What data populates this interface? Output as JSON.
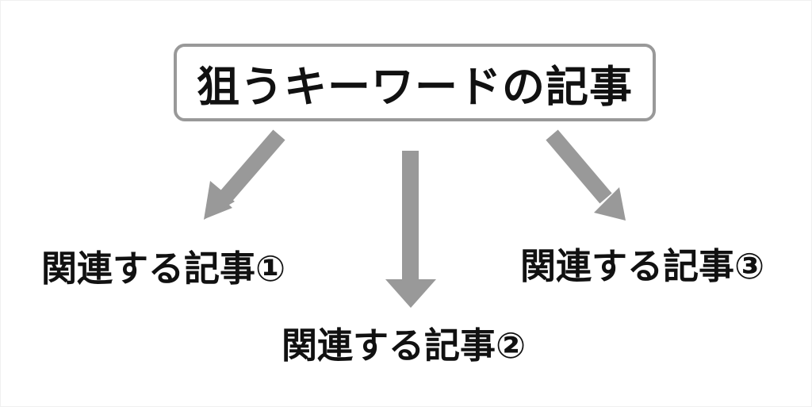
{
  "top_node": {
    "label": "狙うキーワードの記事"
  },
  "related_nodes": [
    {
      "label": "関連する記事①"
    },
    {
      "label": "関連する記事②"
    },
    {
      "label": "関連する記事③"
    }
  ],
  "colors": {
    "arrow": "#999999",
    "box_border": "#999999",
    "text": "#111111",
    "background": "#ffffff"
  }
}
